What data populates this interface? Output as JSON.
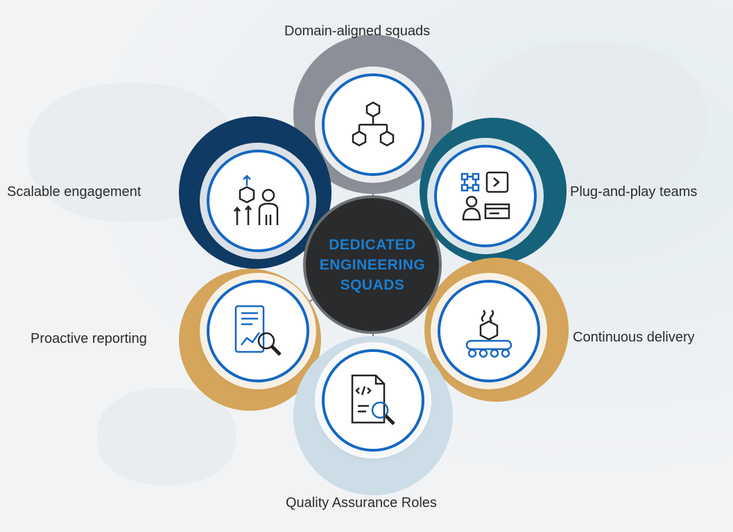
{
  "center": {
    "line1": "DEDICATED",
    "line2": "ENGINEERING",
    "line3": "SQUADS"
  },
  "nodes": [
    {
      "label": "Domain-aligned squads",
      "icon": "hierarchy-cubes-icon",
      "ring_color": "#8b9098"
    },
    {
      "label": "Plug-and-play teams",
      "icon": "modules-team-icon",
      "ring_color": "#16627b"
    },
    {
      "label": "Continuous delivery",
      "icon": "conveyor-box-icon",
      "ring_color": "#d4a55a"
    },
    {
      "label": "Quality Assurance Roles",
      "icon": "code-review-icon",
      "ring_color": "#cddde8"
    },
    {
      "label": "Proactive reporting",
      "icon": "report-analysis-icon",
      "ring_color": "#d4a55a"
    },
    {
      "label": "Scalable engagement",
      "icon": "scaling-person-icon",
      "ring_color": "#0f3a63"
    }
  ],
  "colors": {
    "accent": "#1467c2",
    "center_bg": "#2a2b2d"
  }
}
